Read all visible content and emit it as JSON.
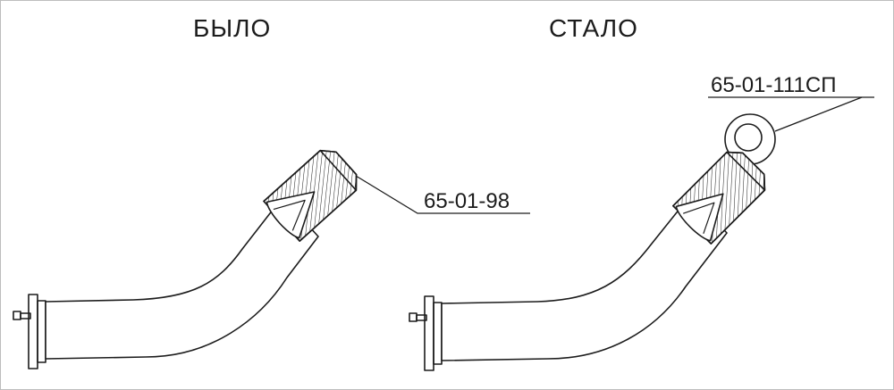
{
  "titles": {
    "before": "БЫЛО",
    "after": "СТАЛО"
  },
  "parts": {
    "before": {
      "label": "65-01-98"
    },
    "after": {
      "label": "65-01-111СП"
    }
  },
  "colors": {
    "line": "#1c1c1c",
    "background": "#ffffff",
    "border": "#bdbdbd"
  }
}
